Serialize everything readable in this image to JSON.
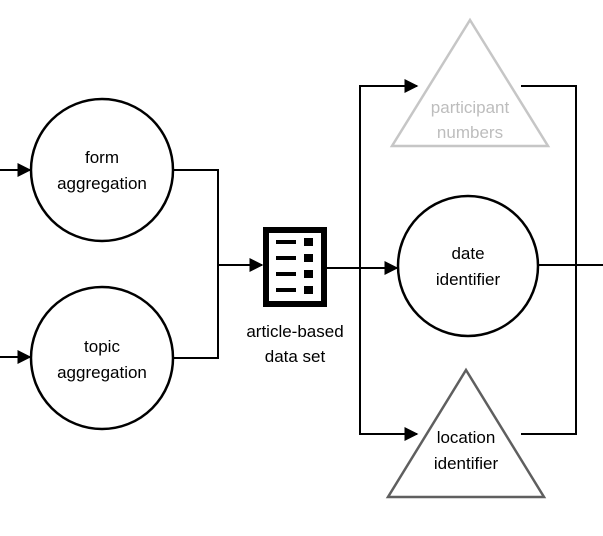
{
  "nodes": {
    "form_aggregation": {
      "line1": "form",
      "line2": "aggregation"
    },
    "topic_aggregation": {
      "line1": "topic",
      "line2": "aggregation"
    },
    "article_based_data_set": {
      "line1": "article-based",
      "line2": "data set",
      "icon": "document-list-icon"
    },
    "participant_numbers": {
      "line1": "participant",
      "line2": "numbers",
      "state": "faded"
    },
    "date_identifier": {
      "line1": "date",
      "line2": "identifier"
    },
    "location_identifier": {
      "line1": "location",
      "line2": "identifier"
    }
  },
  "colors": {
    "stroke": "#000000",
    "faded": "#c6c6c6",
    "faded_text": "#bdbdbd",
    "gray_stroke": "#5f5f5f",
    "background": "#ffffff"
  }
}
